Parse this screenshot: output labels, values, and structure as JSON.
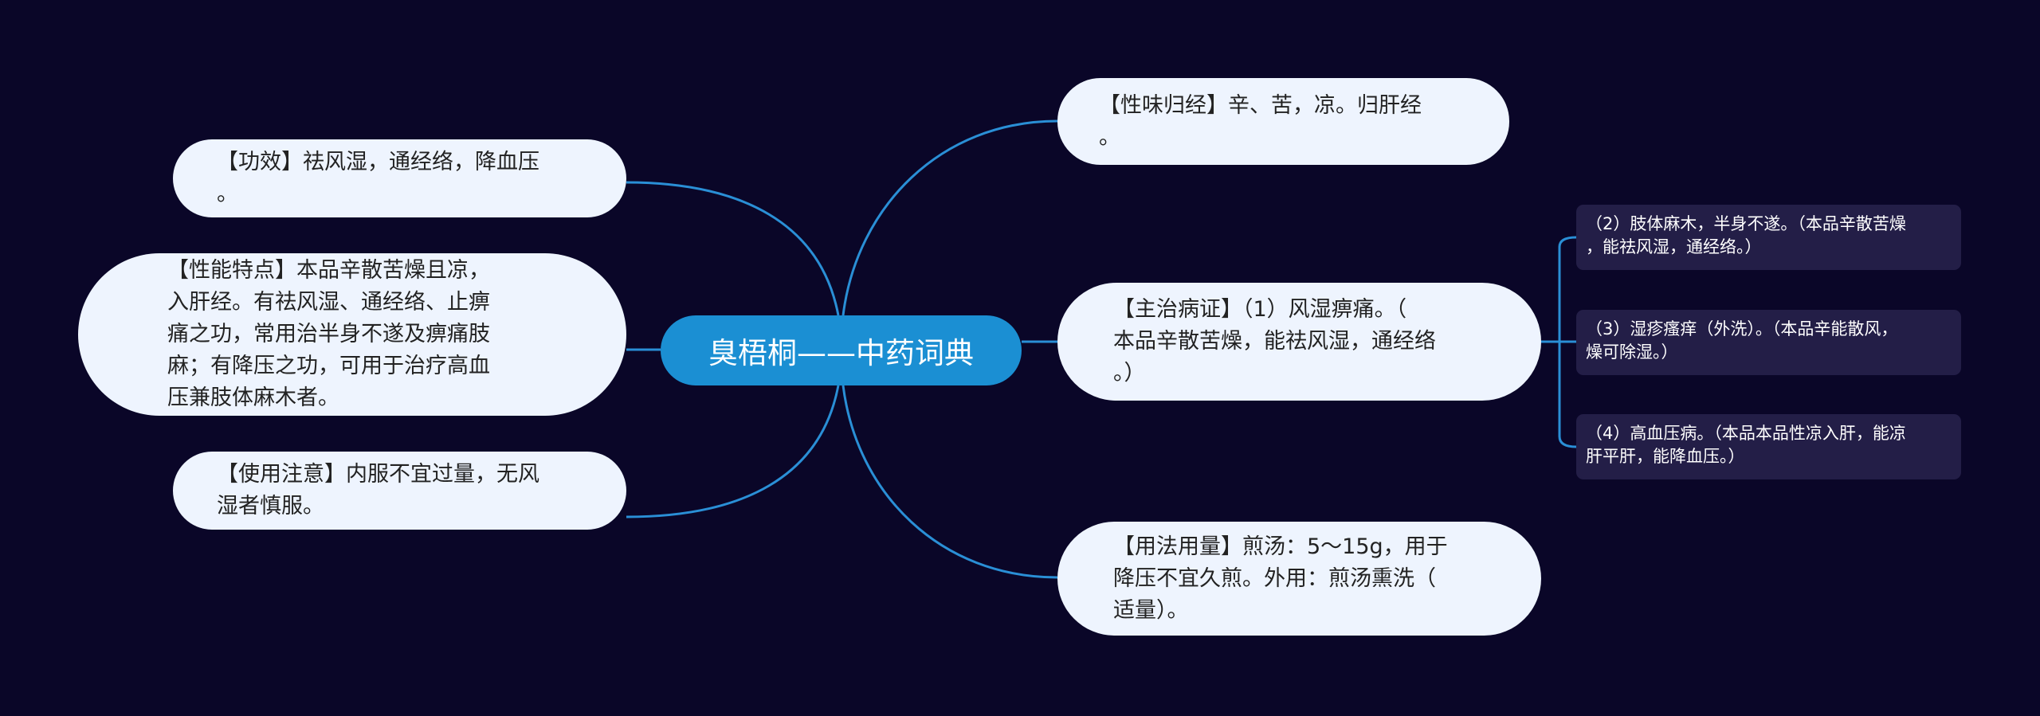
{
  "colors": {
    "background": "#0a0628",
    "center_fill": "#1b8fd3",
    "node_fill": "#eef4fe",
    "subnode_fill": "#231e47",
    "link": "#2a8fd6"
  },
  "center": {
    "label": "臭梧桐——中药词典"
  },
  "left_branches": [
    {
      "label": "【功效】祛风湿，通经络，降血压\n。"
    },
    {
      "label": "【性能特点】本品辛散苦燥且凉，\n入肝经。有祛风湿、通经络、止痹\n痛之功，常用治半身不遂及痹痛肢\n麻；有降压之功，可用于治疗高血\n压兼肢体麻木者。"
    },
    {
      "label": "【使用注意】内服不宜过量，无风\n湿者慎服。"
    }
  ],
  "right_branches": [
    {
      "label": "【性味归经】辛、苦，凉。归肝经\n。"
    },
    {
      "label": "【主治病证】（1）风湿痹痛。（\n本品辛散苦燥，能祛风湿，通经络\n。）",
      "children": [
        {
          "label": "（2）肢体麻木，半身不遂。（本品辛散苦燥\n，能祛风湿，通经络。）"
        },
        {
          "label": "（3）湿疹瘙痒（外洗）。（本品辛能散风，\n燥可除湿。）"
        },
        {
          "label": "（4）高血压病。（本品本品性凉入肝，能凉\n肝平肝，能降血压。）"
        }
      ]
    },
    {
      "label": "【用法用量】煎汤：5～15g，用于\n降压不宜久煎。外用：煎汤熏洗（\n适量）。"
    }
  ]
}
